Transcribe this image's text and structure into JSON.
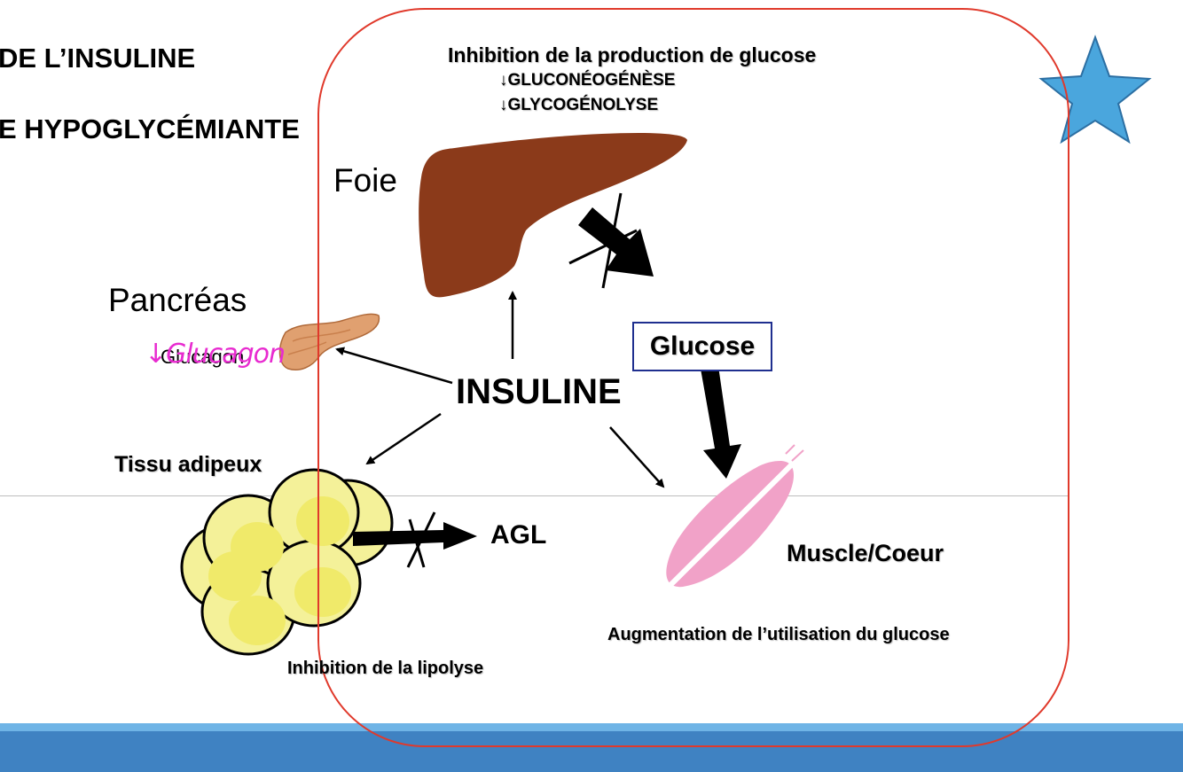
{
  "slide": {
    "title_line1": "DE L’INSULINE",
    "title_line2": "E HYPOGLYCÉMIANTE"
  },
  "liver": {
    "heading": "Inhibition de la production de glucose",
    "effect1": "↓GLUCONÉOGÉNÈSE",
    "effect2": "↓GLYCOGÉNOLYSE",
    "label": "Foie"
  },
  "pancreas": {
    "label": "Pancréas",
    "printed_hormone": "Glucagon",
    "handwritten_note": "↓Glucagon"
  },
  "center": {
    "hormone": "INSULINE"
  },
  "glucose": {
    "label": "Glucose"
  },
  "adipose": {
    "label": "Tissu adipeux",
    "product": "AGL",
    "effect": "Inhibition de la lipolyse"
  },
  "muscle": {
    "label": "Muscle/Coeur",
    "effect": "Augmentation de l’utilisation du glucose"
  },
  "colors": {
    "liver": "#8b3a1a",
    "star": "#4aa6dd",
    "frame": "#e0392b",
    "band": "#3f82c2",
    "band_light": "#6fb4e6",
    "muscle": "#f1a2c8",
    "fat": "#f4f199",
    "handwriting": "#e82bd0",
    "glucose_box_border": "#1f2f8f"
  }
}
